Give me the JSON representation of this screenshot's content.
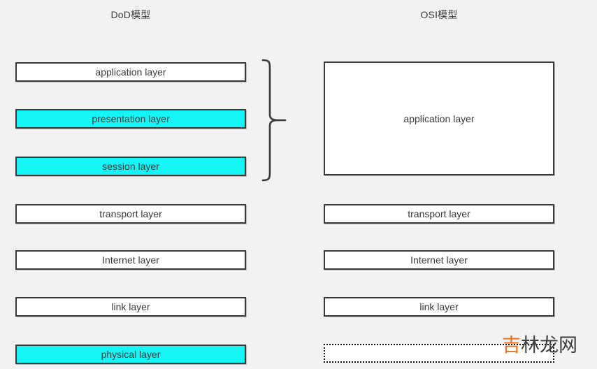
{
  "columns": {
    "left": {
      "title": "DoD模型",
      "layers": [
        {
          "label": "application layer",
          "style": "white"
        },
        {
          "label": "presentation layer",
          "style": "cyan"
        },
        {
          "label": "session layer",
          "style": "cyan"
        },
        {
          "label": "transport layer",
          "style": "white"
        },
        {
          "label": "Internet layer",
          "style": "white"
        },
        {
          "label": "link layer",
          "style": "white"
        },
        {
          "label": "physical layer",
          "style": "cyan"
        }
      ]
    },
    "right": {
      "title": "OSI模型",
      "layers": [
        {
          "label": "application layer",
          "style": "white-tall"
        },
        {
          "label": "transport layer",
          "style": "white"
        },
        {
          "label": "Internet layer",
          "style": "white"
        },
        {
          "label": "link layer",
          "style": "white"
        },
        {
          "label": "",
          "style": "dotted"
        }
      ]
    }
  },
  "brace": {
    "icon": "curly-brace-right",
    "groups": [
      "application layer",
      "presentation layer",
      "session layer"
    ]
  },
  "watermark": {
    "text_accent": "吉",
    "text_rest": "林龙网"
  },
  "colors": {
    "background": "#f2f2f2",
    "box_border": "#3a3a3a",
    "box_fill": "#ffffff",
    "highlight_fill": "#15f5f5",
    "text": "#3b3b3b",
    "watermark_accent": "#f2701d",
    "watermark_rest": "#3d3d3d"
  }
}
